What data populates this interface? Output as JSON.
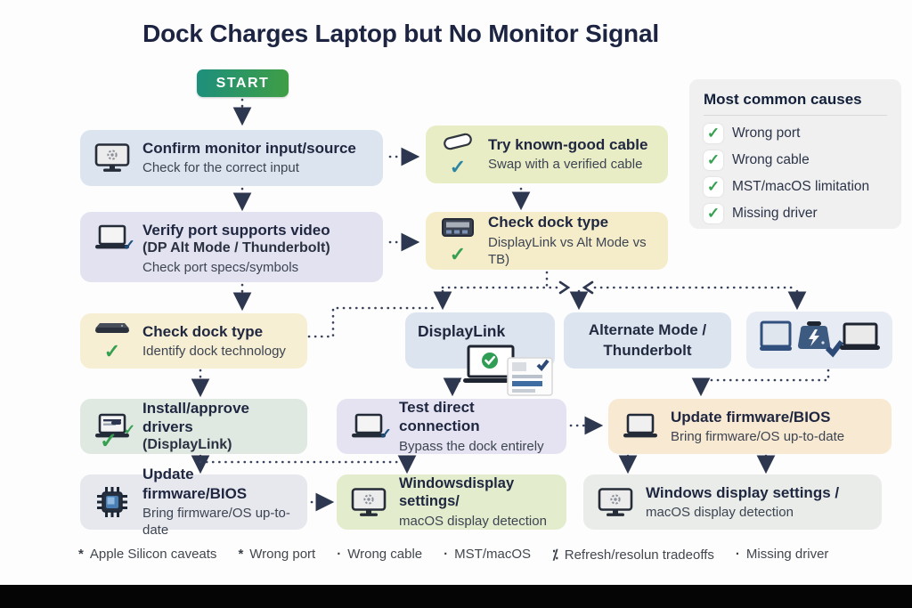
{
  "window": {
    "title": "Dock Charges Laptop but No Monitor Signal"
  },
  "flow": {
    "start_label": "START",
    "nodes": {
      "confirm_input": {
        "icon": "monitor-gear-icon",
        "title": "Confirm monitor input/source",
        "subtitle": "Check for the correct input"
      },
      "try_cable": {
        "icon": "cable-icon",
        "title": "Try known-good cable",
        "subtitle": "Swap with a verified cable"
      },
      "verify_port": {
        "icon": "laptop-check-icon",
        "title": "Verify port supports video",
        "title2": "(DP Alt Mode / Thunderbolt)",
        "subtitle": "Check port specs/symbols"
      },
      "check_dock_right": {
        "icon": "dock-icon",
        "title": "Check dock type",
        "subtitle": "DisplayLink vs Alt Mode vs TB)"
      },
      "check_dock_left": {
        "icon": "dock-flat-icon",
        "title": "Check dock type",
        "subtitle": "Identify dock technology"
      },
      "displaylink": {
        "icon": "laptop-checklist-icon",
        "title": "DisplayLink"
      },
      "alt_mode": {
        "title": "Alternate Mode /",
        "title2": "Thunderbolt"
      },
      "devices": {
        "icon": "display-dock-laptop-icons"
      },
      "install_drivers": {
        "icon": "laptop-driver-icon",
        "title": "Install/approve drivers",
        "title2": "(DisplayLink)"
      },
      "test_direct": {
        "icon": "laptop-check-icon",
        "title": "Test direct connection",
        "subtitle": "Bypass the dock entirely"
      },
      "update_fw_right": {
        "icon": "laptop-icon",
        "title": "Update firmware/BIOS",
        "subtitle": "Bring firmware/OS up-to-date"
      },
      "update_fw_left": {
        "icon": "chip-icon",
        "title": "Update firmware/BIOS",
        "subtitle": "Bring firmware/OS up-to-date"
      },
      "win_display_mid": {
        "icon": "monitor-gear-icon",
        "title": "Windowsdisplay settings/",
        "subtitle": "macOS display detection"
      },
      "win_display_right": {
        "icon": "monitor-gear-icon",
        "title": "Windows display settings /",
        "subtitle": "macOS display detection"
      }
    }
  },
  "sidebar": {
    "title": "Most common causes",
    "items": [
      "Wrong port",
      "Wrong cable",
      "MST/macOS limitation",
      "Missing driver"
    ]
  },
  "footnotes": [
    {
      "marker": "*",
      "text": "Apple Silicon caveats"
    },
    {
      "marker": "*",
      "text": "Wrong port"
    },
    {
      "marker": "·",
      "text": "Wrong cable"
    },
    {
      "marker": "·",
      "text": "MST/macOS"
    },
    {
      "marker": "⁒",
      "text": "Refresh/resolun tradeoffs"
    },
    {
      "marker": "·",
      "text": "Missing driver"
    }
  ],
  "glyphs": {
    "check": "✓"
  },
  "colors": {
    "title_text": "#1c2442",
    "start_gradient_left": "#1d8f7d",
    "start_gradient_right": "#3f9e44",
    "check_green": "#35a04f",
    "check_teal": "#2e86a1",
    "check_blue": "#1d4f7e",
    "arrow": "#39425c",
    "node_blue": "#dce4ef",
    "node_yellow_green": "#e9edc6",
    "node_lavender": "#e3e2f0",
    "node_cream": "#f5edca",
    "node_cream2": "#f7efd3",
    "node_green": "#dfe9e2",
    "node_green2": "#e4ecce",
    "node_peach": "#f8e9d2",
    "node_gray": "#e7e7ee",
    "node_graygreen": "#e9ece8",
    "sidebar_bg": "#f0f0f1"
  }
}
